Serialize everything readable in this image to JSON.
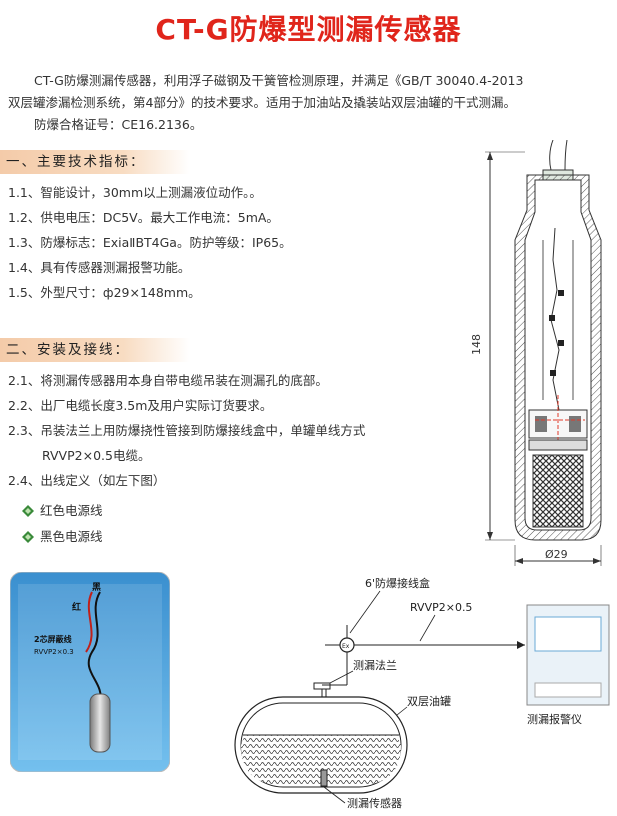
{
  "title": "CT-G防爆型测漏传感器",
  "intro": {
    "line1": "CT-G防爆测漏传感器，利用浮子磁钢及干簧管检测原理，并满足《GB/T 30040.4-2013",
    "line2": "双层罐渗漏检测系统，第4部分》的技术要求。适用于加油站及撬装站双层油罐的干式测漏。",
    "line3": "防爆合格证号：CE16.2136。"
  },
  "sections": {
    "tech": "一、主要技术指标：",
    "install": "二、安装及接线："
  },
  "tech_items": [
    "1.1、智能设计，30mm以上测漏液位动作。。",
    "1.2、供电电压：DC5V。最大工作电流：5mA。",
    "1.3、防爆标志：ExiaⅡBT4Ga。防护等级：IP65。",
    "1.4、具有传感器测漏报警功能。",
    "1.5、外型尺寸：ф29×148mm。"
  ],
  "install_items": [
    "2.1、将测漏传感器用本身自带电缆吊装在测漏孔的底部。",
    "2.2、出厂电缆长度3.5m及用户实际订货要求。",
    "2.3、吊装法兰上用防爆挠性管接到防爆接线盒中，单罐单线方式",
    "RVVP2×0.5电缆。",
    "2.4、出线定义（如左下图）"
  ],
  "wires": [
    {
      "label": "红色电源线",
      "color": "#3a8a3a"
    },
    {
      "label": "黑色电源线",
      "color": "#3a8a3a"
    }
  ],
  "drawing": {
    "height_dim": "148",
    "diameter_dim": "Ø29"
  },
  "photo": {
    "label_black": "黑",
    "label_red": "红",
    "cable_title": "2芯屏蔽线",
    "cable_spec": "RVVP2×0.3"
  },
  "system": {
    "junction_box": "6'防爆接线盒",
    "ex_mark": "Ex",
    "cable": "RVVP2×0.5",
    "flange": "测漏法兰",
    "tank": "双层油罐",
    "sensor": "测漏传感器",
    "alarm": "测漏报警仪"
  },
  "colors": {
    "title": "#e0251b",
    "section_band": "#f4cba9",
    "photo_bg": "#4aa3dc"
  }
}
